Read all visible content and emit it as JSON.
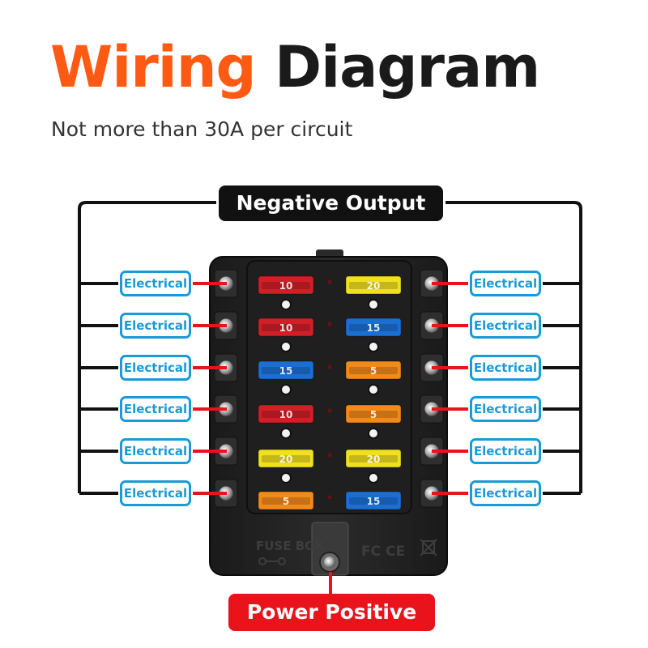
{
  "title": {
    "word1": "Wiring",
    "word2": "Diagram"
  },
  "subtitle": "Not more than 30A per circuit",
  "negative_output_label": "Negative Output",
  "power_positive_label": "Power Positive",
  "left_circuits": [
    "Electrical",
    "Electrical",
    "Electrical",
    "Electrical",
    "Electrical",
    "Electrical"
  ],
  "right_circuits": [
    "Electrical",
    "Electrical",
    "Electrical",
    "Electrical",
    "Electrical",
    "Electrical"
  ],
  "fuse_box": {
    "brand_text": "FUSE BOX",
    "cert_marks": "FC CE",
    "fuses": [
      {
        "value": "10",
        "color": "#d11f28"
      },
      {
        "value": "20",
        "color": "#f1e020"
      },
      {
        "value": "10",
        "color": "#d11f28"
      },
      {
        "value": "15",
        "color": "#1b6fd3"
      },
      {
        "value": "15",
        "color": "#1b6fd3"
      },
      {
        "value": "5",
        "color": "#f28a1a"
      },
      {
        "value": "10",
        "color": "#d11f28"
      },
      {
        "value": "5",
        "color": "#f28a1a"
      },
      {
        "value": "20",
        "color": "#f1e020"
      },
      {
        "value": "20",
        "color": "#f1e020"
      },
      {
        "value": "5",
        "color": "#f28a1a"
      },
      {
        "value": "15",
        "color": "#1b6fd3"
      }
    ]
  },
  "colors": {
    "title_accent": "#ff5a14",
    "label_blue": "#1a9ad6",
    "wire_red": "#e8131b",
    "wire_black": "#111111",
    "box_body": "#232323"
  }
}
